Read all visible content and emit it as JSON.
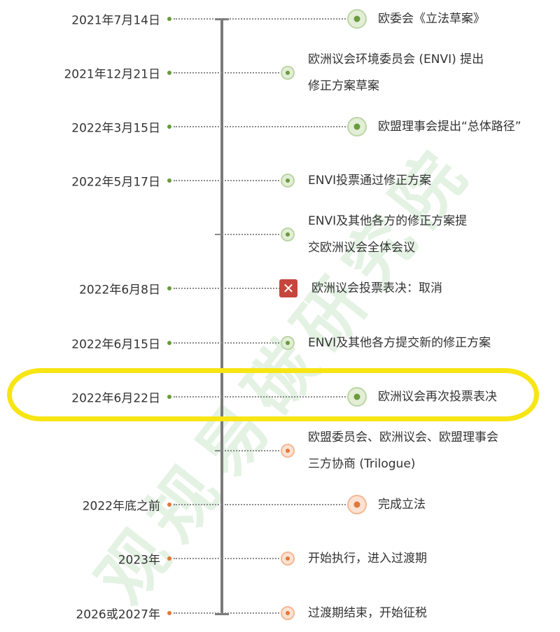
{
  "colors": {
    "green": "#6a9b3c",
    "orange": "#e0783a",
    "highlight": "#f7e514",
    "line": "#7a7a7a"
  },
  "timeline": [
    {
      "date": "2021年7月14日",
      "event_lines": [
        "欧委会《立法草案》"
      ],
      "color": "green",
      "marker": "large"
    },
    {
      "date": "2021年12月21日",
      "event_lines": [
        "欧洲议会环境委员会 (ENVI) 提出",
        "修正方案草案"
      ],
      "color": "green",
      "marker": "small"
    },
    {
      "date": "2022年3月15日",
      "event_lines": [
        "欧盟理事会提出“总体路径”"
      ],
      "color": "green",
      "marker": "large"
    },
    {
      "date": "2022年5月17日",
      "event_lines": [
        "ENVI投票通过修正方案"
      ],
      "color": "green",
      "marker": "small"
    },
    {
      "date": "",
      "event_lines": [
        "ENVI及其他各方的修正方案提",
        "交欧洲议会全体会议"
      ],
      "color": "green",
      "marker": "small"
    },
    {
      "date": "2022年6月8日",
      "event_lines": [
        "欧洲议会投票表决：取消"
      ],
      "color": "green",
      "marker": "cancel"
    },
    {
      "date": "2022年6月15日",
      "event_lines": [
        "ENVI及其他各方提交新的修正方案"
      ],
      "color": "green",
      "marker": "small"
    },
    {
      "date": "2022年6月22日",
      "event_lines": [
        "欧洲议会再次投票表决"
      ],
      "color": "green",
      "marker": "large",
      "highlighted": true
    },
    {
      "date": "",
      "event_lines": [
        "欧盟委员会、欧洲议会、欧盟理事会",
        "三方协商 (Trilogue)"
      ],
      "color": "orange",
      "marker": "small"
    },
    {
      "date": "2022年底之前",
      "event_lines": [
        "完成立法"
      ],
      "color": "orange",
      "marker": "large"
    },
    {
      "date": "2023年",
      "event_lines": [
        "开始执行，进入过渡期"
      ],
      "color": "orange",
      "marker": "small"
    },
    {
      "date": "2026或2027年",
      "event_lines": [
        "过渡期结束，开始征税"
      ],
      "color": "orange",
      "marker": "small"
    }
  ],
  "watermark": "观规易碳研究院"
}
